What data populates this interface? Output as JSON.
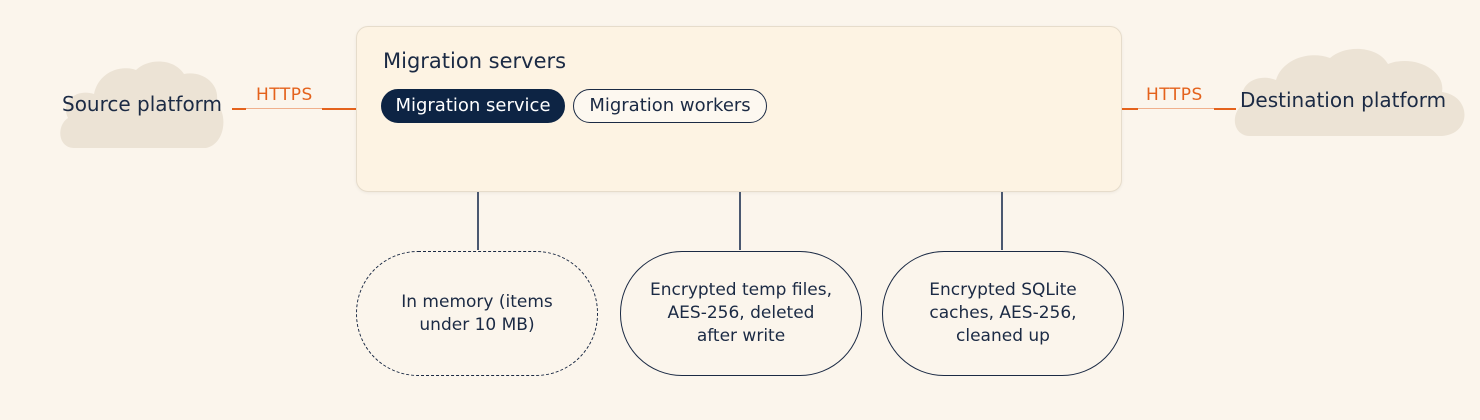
{
  "source": {
    "label": "Source platform",
    "protocol": "HTTPS"
  },
  "destination": {
    "label": "Destination platform",
    "protocol": "HTTPS"
  },
  "servers": {
    "title": "Migration servers",
    "components": [
      {
        "label": "Migration service",
        "style": "filled"
      },
      {
        "label": "Migration workers",
        "style": "outlined"
      }
    ]
  },
  "storage": [
    {
      "line1": "In memory (items",
      "line2": "under 10 MB)",
      "line3": "",
      "border": "dashed"
    },
    {
      "line1": "Encrypted temp files,",
      "line2": "AES-256, deleted",
      "line3": "after write",
      "border": "solid"
    },
    {
      "line1": "Encrypted SQLite",
      "line2": "caches, AES-256,",
      "line3": "cleaned up",
      "border": "solid"
    }
  ],
  "colors": {
    "background": "#fbf5ec",
    "accent": "#e4621c",
    "navy": "#0d2444",
    "cloud": "#ece3d5"
  }
}
